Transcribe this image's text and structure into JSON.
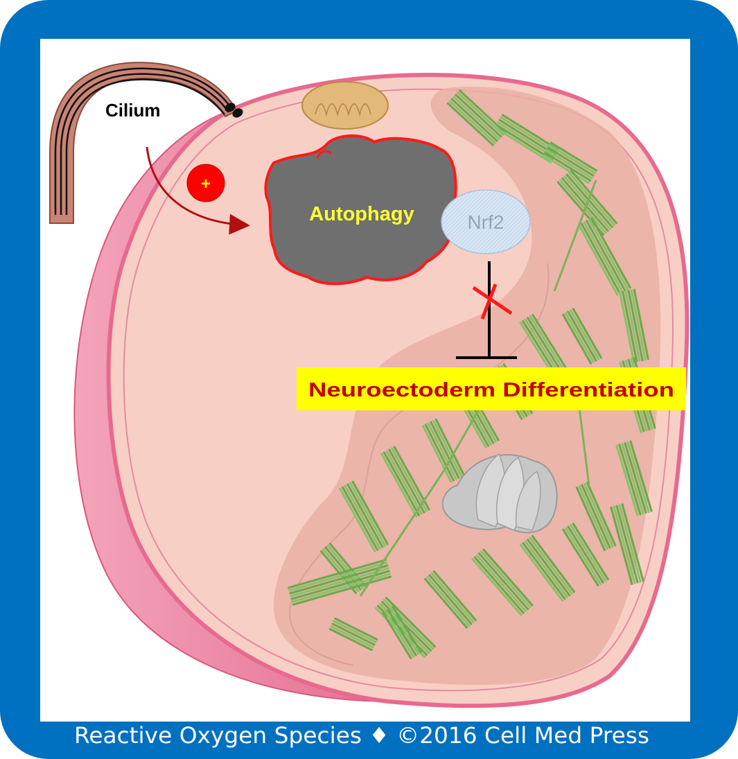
{
  "labels": {
    "cilium": "Cilium",
    "plus": "+",
    "autophagy": "Autophagy",
    "nrf2": "Nrf2",
    "neuroectoderm": "Neuroectoderm Differentiation"
  },
  "footer": {
    "text": "Reactive Oxygen Species ♦ ©2016 Cell Med Press"
  },
  "colors": {
    "frame_blue": "#0070c0",
    "cell_rim": "#e76a8e",
    "cytoplasm": "#f8cfc5",
    "er": "#e9b0a5",
    "actin_green": "#7cb25a",
    "autophagy_gray": "#6f6f6f",
    "autophagy_border": "#ff1a1a",
    "autophagy_text": "#ffff33",
    "label_highlight": "#ffff00",
    "label_text": "#c00000",
    "nrf2_fill": "#cfe0f4",
    "plus_circle": "#ff0000",
    "arrow": "#b01010"
  }
}
